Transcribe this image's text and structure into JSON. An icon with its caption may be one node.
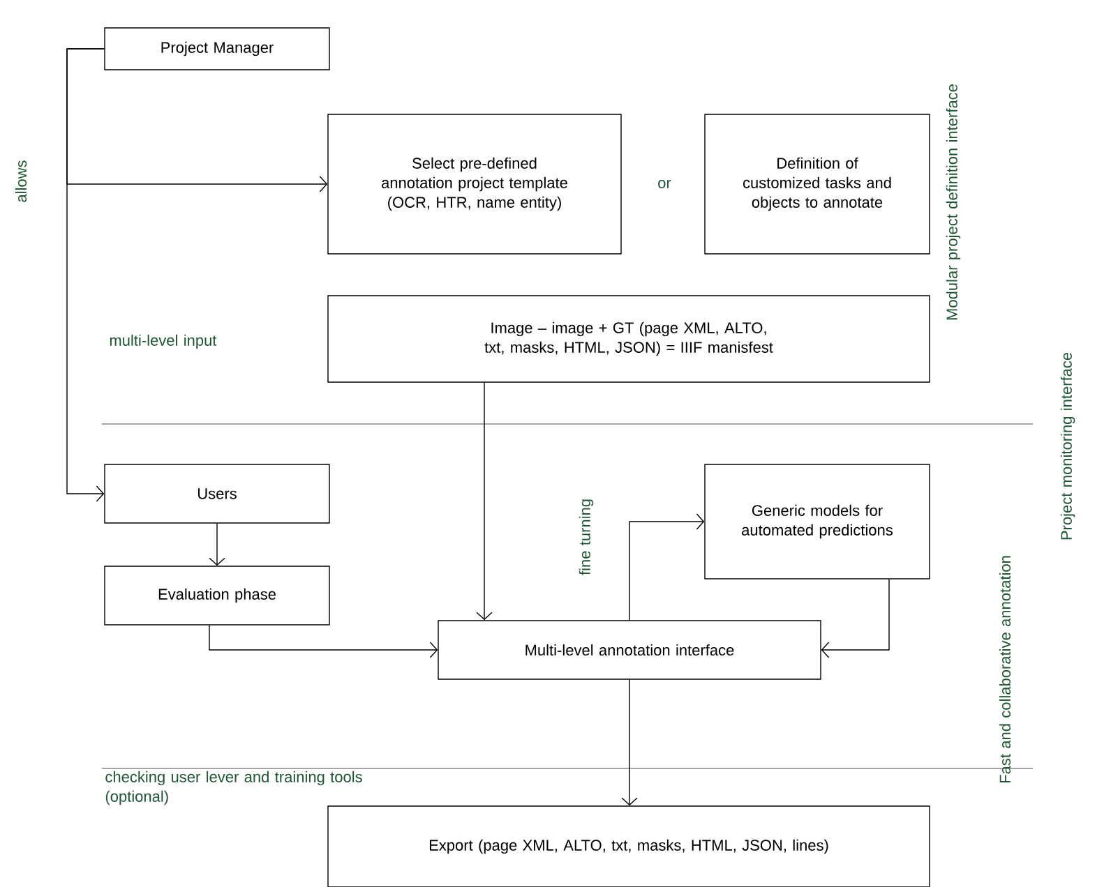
{
  "diagram": {
    "nodes": [
      {
        "text": [
          "Project Manager"
        ]
      },
      {
        "text": [
          "Select pre-defined annotation project template (OCR, HTR, name entity)"
        ]
      },
      {
        "text": [
          "Definition of customized tasks and objects to annotate"
        ]
      },
      {
        "text": [
          "Image – image + GT (page XML, ALTO, txt, masks, HTML, JSON) = IIIF manisfest"
        ]
      },
      {
        "text": [
          "Users"
        ]
      },
      {
        "text": [
          "Evaluation phase"
        ]
      },
      {
        "text": [
          "Multi-level annotation interface"
        ]
      },
      {
        "text": [
          "Generic models for automated predictions"
        ]
      },
      {
        "text": [
          "Export (page XML, ALTO, txt, masks, HTML, JSON, lines)"
        ]
      }
    ],
    "edges": [
      {
        "from": 0,
        "to": 1,
        "arrow": "to"
      },
      {
        "from": 0,
        "to": 4,
        "arrow": "to"
      },
      {
        "from": 3,
        "to": 6,
        "arrow": "to"
      },
      {
        "from": 4,
        "to": 5,
        "arrow": "to"
      },
      {
        "from": 5,
        "to": 6,
        "arrow": "to"
      },
      {
        "from": 6,
        "to": 7,
        "arrow": "to"
      },
      {
        "from": 7,
        "to": 6,
        "arrow": "to"
      },
      {
        "from": 6,
        "to": 8,
        "arrow": "to"
      }
    ],
    "labels": [
      "allows",
      "or",
      "Modular project definition interface",
      "multi-level input",
      "Project monitoring interface",
      "fine turning",
      "Fast and collaborative annotation",
      "checking user lever and training tools (optional)"
    ]
  }
}
